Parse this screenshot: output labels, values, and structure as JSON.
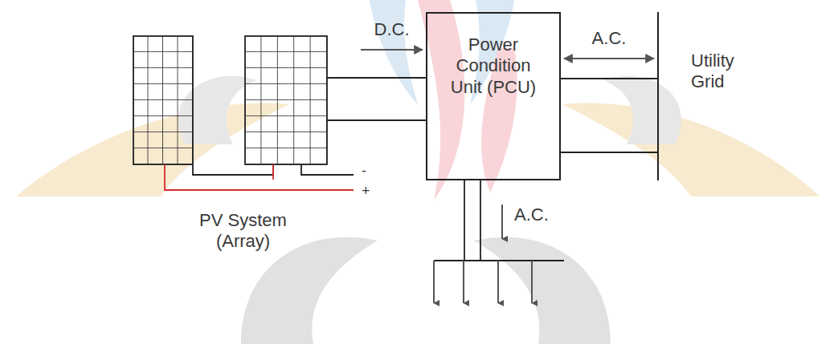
{
  "diagram": {
    "nodes": [
      {
        "text": [
          "PV System (Array)"
        ]
      },
      {
        "text": [
          "Power Condition Unit (PCU)"
        ]
      },
      {
        "text": [
          "Utility Grid"
        ]
      }
    ],
    "edges": [
      {
        "from": 0,
        "to": 1,
        "label": "D.C.",
        "arrow": "to"
      },
      {
        "from": 1,
        "to": 2,
        "label": "A.C.",
        "arrow": "both"
      }
    ],
    "labels": [
      "-",
      "+",
      "A.C."
    ]
  }
}
